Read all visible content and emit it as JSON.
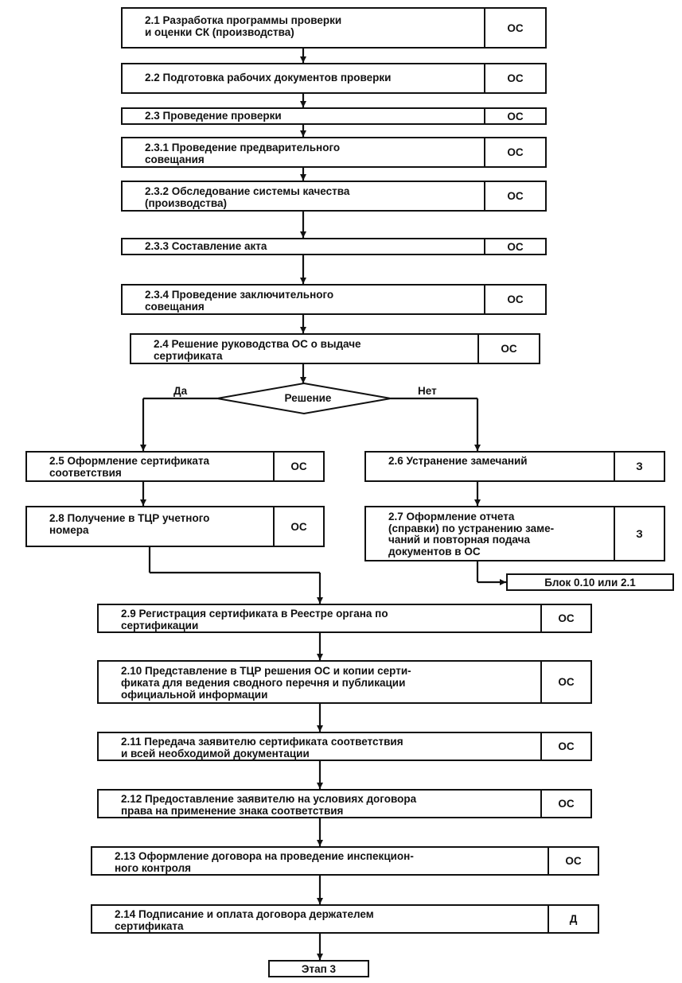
{
  "steps": [
    {
      "text": "2.1 Разработка программы проверки\nи оценки СК (производства)",
      "resp": "ОС"
    },
    {
      "text": "2.2 Подготовка рабочих документов проверки",
      "resp": "ОС"
    },
    {
      "text": "2.3 Проведение проверки",
      "resp": "ОС"
    },
    {
      "text": "2.3.1 Проведение предварительного\nсовещания",
      "resp": "ОС"
    },
    {
      "text": "2.3.2 Обследование системы качества\n(производства)",
      "resp": "ОС"
    },
    {
      "text": "2.3.3 Составление акта",
      "resp": "ОС"
    },
    {
      "text": "2.3.4 Проведение заключительного\nсовещания",
      "resp": "ОС"
    },
    {
      "text": "2.4 Решение руководства ОС о выдаче\nсертификата",
      "resp": "ОС"
    },
    {
      "text": "2.5 Оформление сертификата\nсоответствия",
      "resp": "ОС"
    },
    {
      "text": "2.6 Устранение замечаний",
      "resp": "З"
    },
    {
      "text": "2.8 Получение в ТЦР учетного\nномера",
      "resp": "ОС"
    },
    {
      "text": "2.7 Оформление отчета\n(справки) по устранению заме-\nчаний и повторная подача\nдокументов в ОС",
      "resp": "З"
    },
    {
      "text": "2.9 Регистрация сертификата в Реестре органа по\nсертификации",
      "resp": "ОС"
    },
    {
      "text": "2.10 Представление в ТЦР решения ОС и копии серти-\nфиката для ведения сводного перечня и публикации\nофициальной информации",
      "resp": "ОС"
    },
    {
      "text": "2.11 Передача заявителю сертификата соответствия\nи всей необходимой документации",
      "resp": "ОС"
    },
    {
      "text": "2.12 Предоставление заявителю на условиях договора\nправа на применение знака соответствия",
      "resp": "ОС"
    },
    {
      "text": "2.13 Оформление договора на проведение инспекцион-\nного контроля",
      "resp": "ОС"
    },
    {
      "text": "2.14 Подписание и оплата договора держателем\nсертификата",
      "resp": "Д"
    }
  ],
  "decision": {
    "label": "Решение",
    "yes": "Да",
    "no": "Нет"
  },
  "block_ref": "Блок 0.10 или 2.1",
  "end_label": "Этап 3"
}
